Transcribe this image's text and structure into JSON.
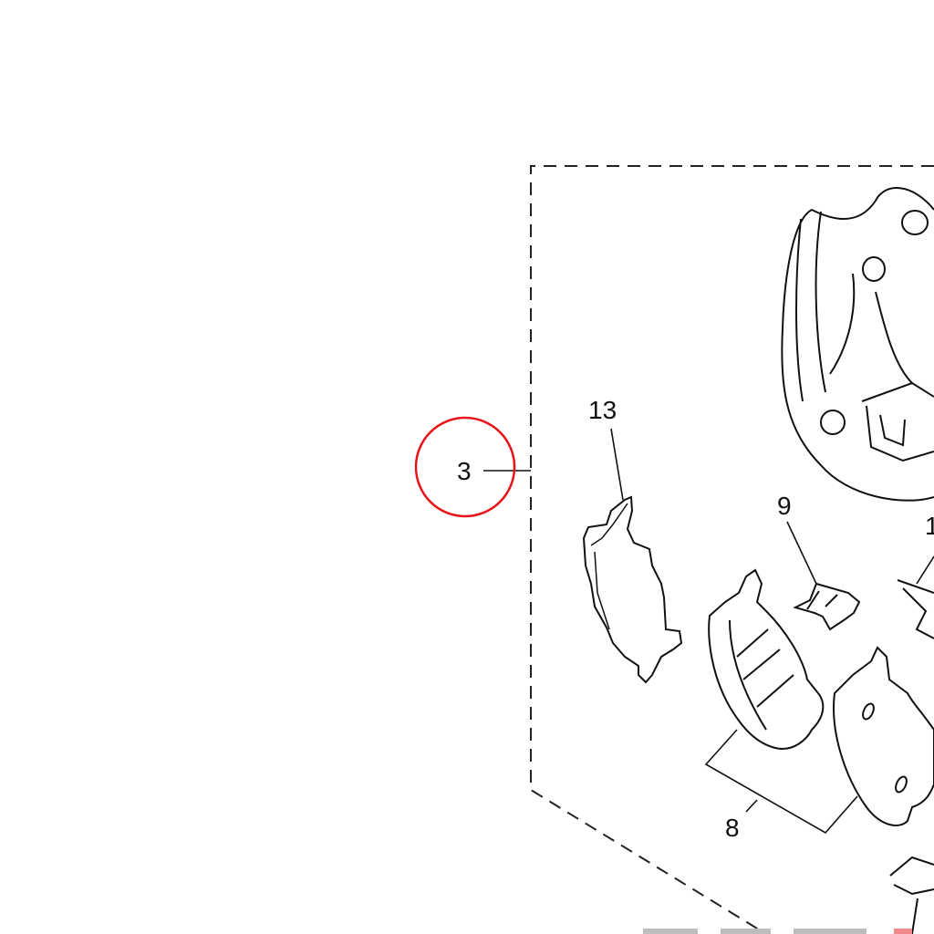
{
  "diagram": {
    "callouts": [
      {
        "id": "3",
        "label": "3",
        "highlighted": true
      },
      {
        "id": "13",
        "label": "13"
      },
      {
        "id": "9",
        "label": "9"
      },
      {
        "id": "8",
        "label": "8"
      },
      {
        "id": "1x",
        "label": "1"
      }
    ],
    "highlight_color": "#e8141c",
    "line_color": "#111111"
  }
}
